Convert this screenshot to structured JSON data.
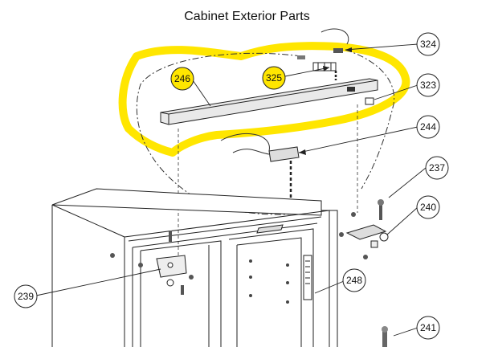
{
  "title": "Cabinet Exterior Parts",
  "callouts": {
    "p324": "324",
    "p325": "325",
    "p246": "246",
    "p323": "323",
    "p244": "244",
    "p237": "237",
    "p240": "240",
    "p248": "248",
    "p239": "239",
    "p241": "241"
  },
  "colors": {
    "highlight": "#ffe600",
    "line": "#222222"
  }
}
